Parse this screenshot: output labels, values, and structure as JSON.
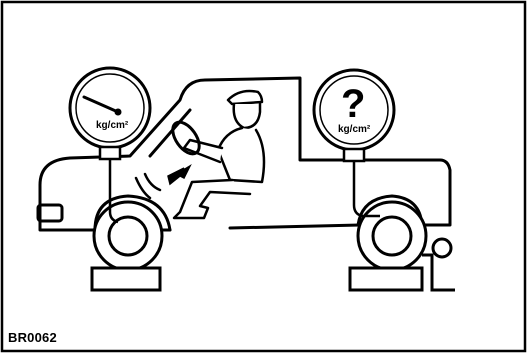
{
  "figure": {
    "reference_code": "BR0062",
    "left_gauge": {
      "unit": "kg/cm²",
      "icon": "pressure-gauge-icon"
    },
    "right_gauge": {
      "unit": "kg/cm²",
      "symbol": "?",
      "icon": "pressure-gauge-icon"
    },
    "colors": {
      "ink": "#000000",
      "paper": "#ffffff"
    }
  }
}
